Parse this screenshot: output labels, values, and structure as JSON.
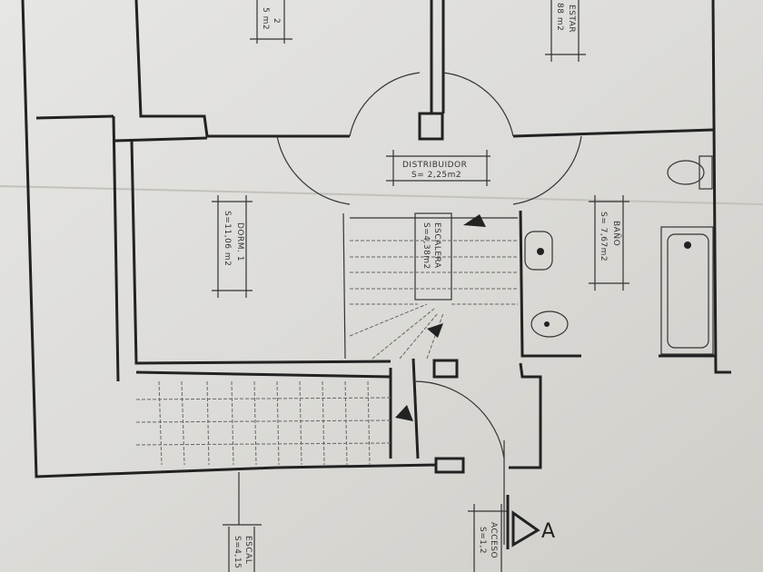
{
  "rooms": {
    "dorm2": {
      "name": "2",
      "area": "5 m2"
    },
    "estar": {
      "name": "ESTAR",
      "area": "88 m2"
    },
    "distribuidor": {
      "name": "DISTRIBUIDOR",
      "area": "S= 2,25m2"
    },
    "escalera": {
      "name": "ESCALERA",
      "area": "S=4,38m2"
    },
    "bano": {
      "name": "BAÑO",
      "area": "S= 7,67m2"
    },
    "dorm1": {
      "name": "DORM. 1",
      "area": "S=11,06 m2"
    },
    "escal_lower": {
      "name": "ESCAL",
      "area": "S=4,15"
    },
    "acceso": {
      "name": "ACCESO",
      "area": "S=1,2"
    }
  },
  "section_marker": "A"
}
